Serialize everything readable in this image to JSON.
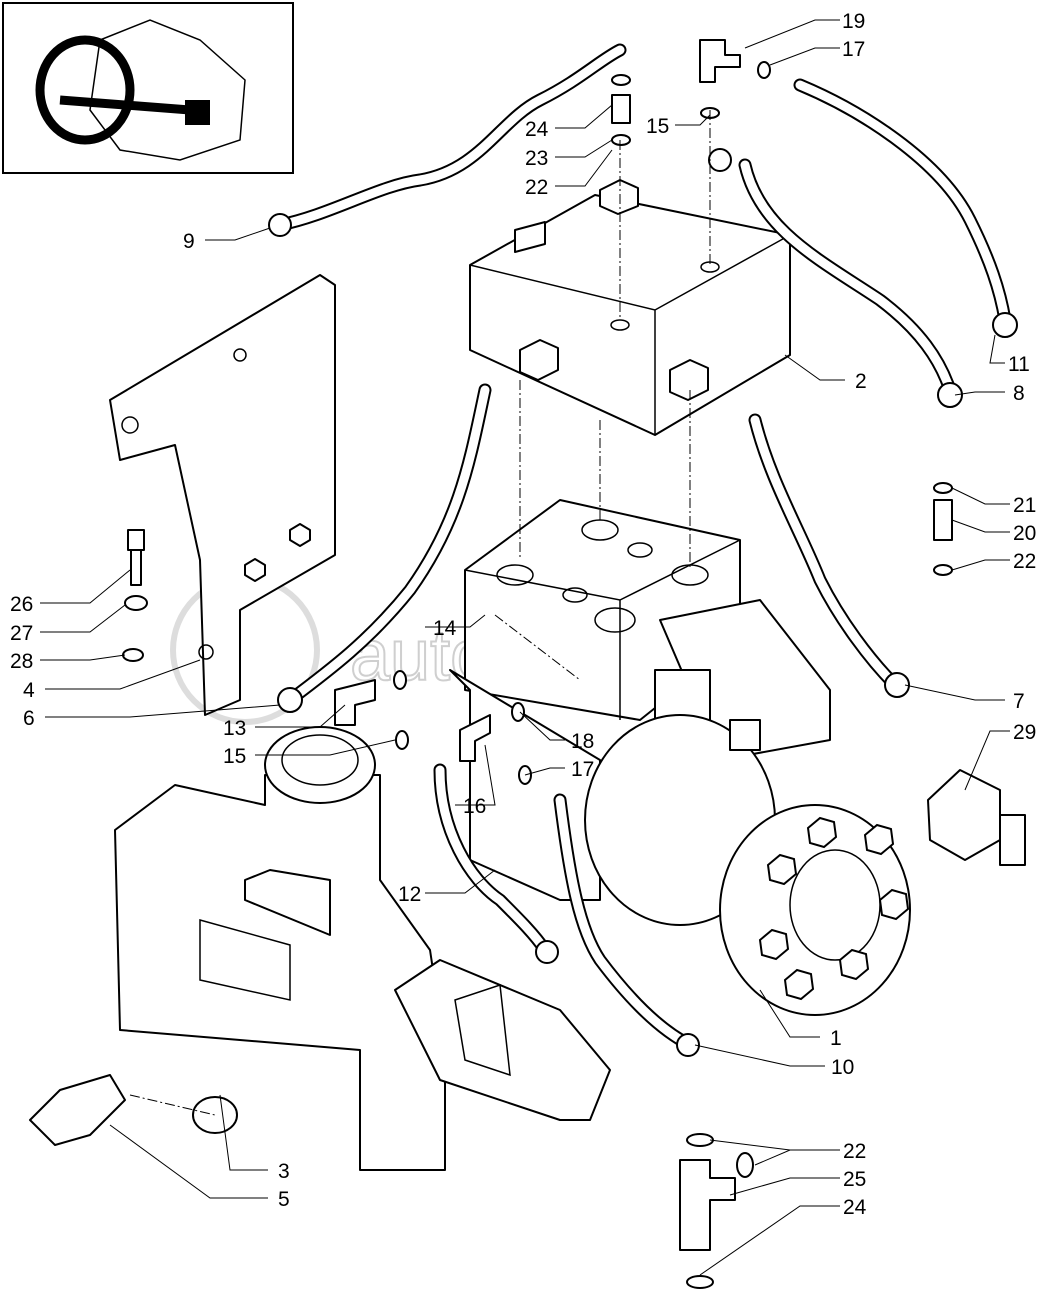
{
  "watermark": "autopiter.ru",
  "inset": {
    "description_icon": "tractor-cab-steering-wheel-icon"
  },
  "callouts": [
    "19",
    "17",
    "24",
    "15",
    "23",
    "22",
    "9",
    "11",
    "2",
    "8",
    "21",
    "20",
    "22",
    "26",
    "27",
    "28",
    "14",
    "4",
    "7",
    "6",
    "13",
    "29",
    "18",
    "15",
    "17",
    "16",
    "12",
    "1",
    "10",
    "22",
    "25",
    "24",
    "3",
    "5"
  ]
}
